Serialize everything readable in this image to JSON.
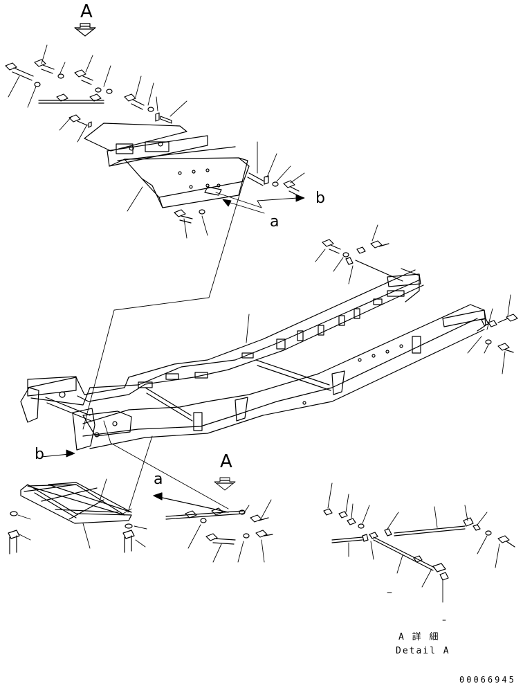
{
  "view_labels": {
    "top_view_marker": "A",
    "bottom_view_marker": "A",
    "section_b_top": "b",
    "section_b_left": "b",
    "section_a_top": "a",
    "section_a_bottom": "a"
  },
  "detail": {
    "title_jp": "A 詳 細",
    "title_en": "Detail A"
  },
  "drawing_number": "00066945",
  "icons": {
    "view_arrow": "view-arrow-icon"
  }
}
